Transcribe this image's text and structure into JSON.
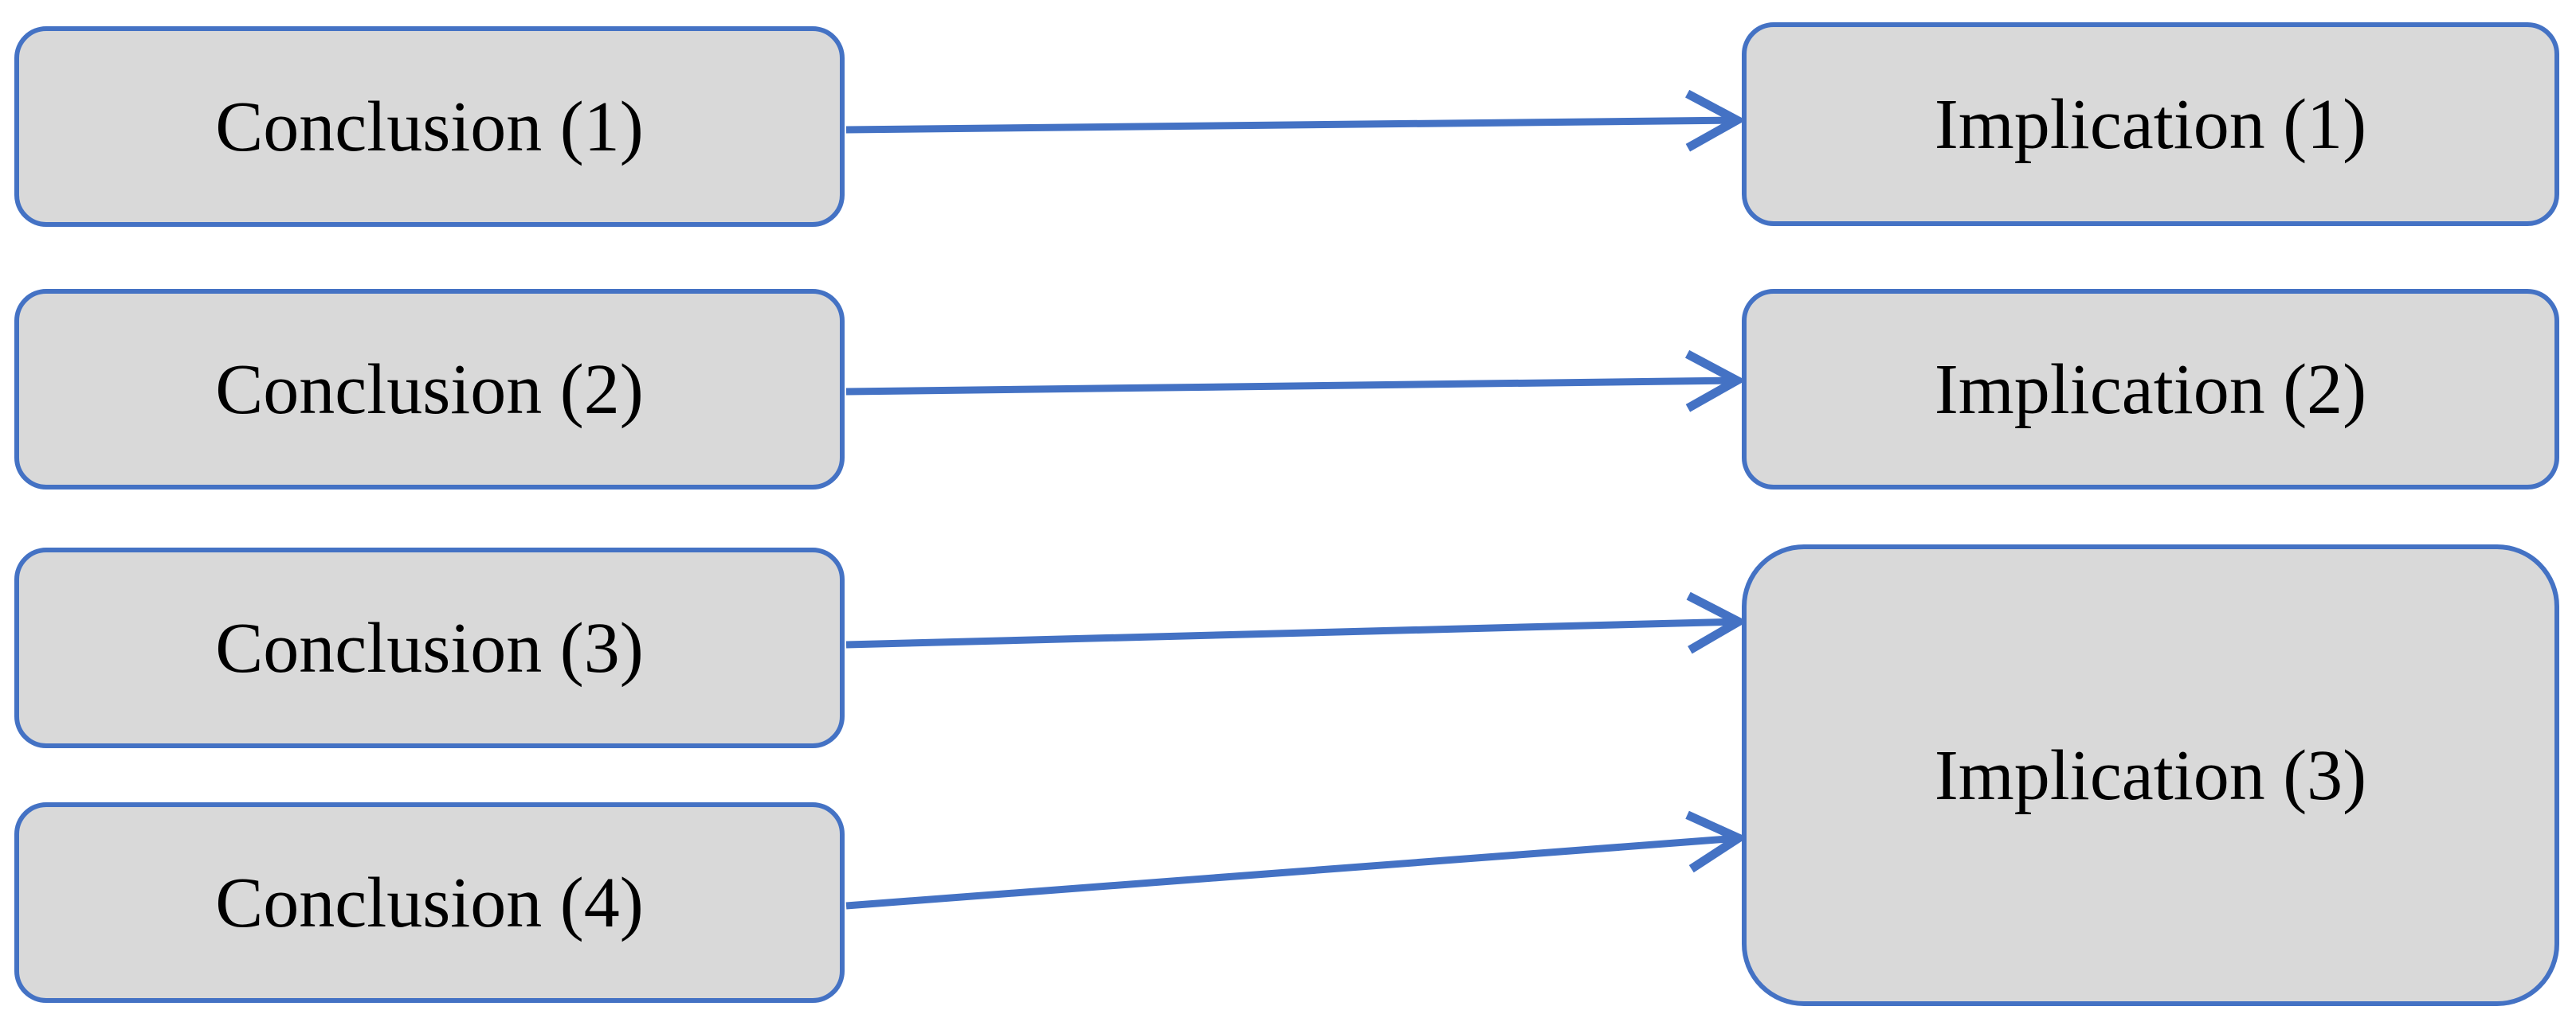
{
  "diagram": {
    "nodes": [
      {
        "id": "conclusion-1",
        "label": "Conclusion (1)"
      },
      {
        "id": "conclusion-2",
        "label": "Conclusion (2)"
      },
      {
        "id": "conclusion-3",
        "label": "Conclusion (3)"
      },
      {
        "id": "conclusion-4",
        "label": "Conclusion (4)"
      },
      {
        "id": "implication-1",
        "label": "Implication (1)"
      },
      {
        "id": "implication-2",
        "label": "Implication (2)"
      },
      {
        "id": "implication-3",
        "label": "Implication (3)"
      }
    ],
    "connections": [
      {
        "from": "conclusion-1",
        "to": "implication-1"
      },
      {
        "from": "conclusion-2",
        "to": "implication-2"
      },
      {
        "from": "conclusion-3",
        "to": "implication-3"
      },
      {
        "from": "conclusion-4",
        "to": "implication-3"
      }
    ],
    "colors": {
      "background": "#FFFFFF",
      "box_fill": "#D9D9D9",
      "box_border": "#4472C4",
      "arrow": "#4472C4",
      "text": "#000000"
    }
  }
}
